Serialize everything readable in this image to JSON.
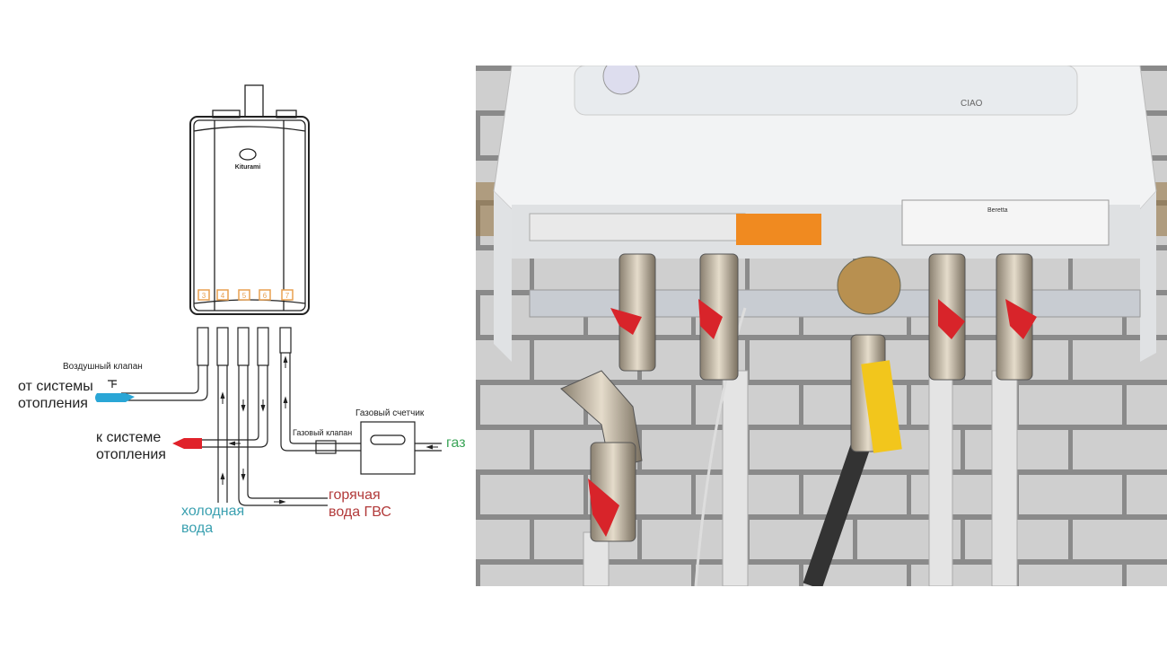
{
  "diagram": {
    "brand": "Kiturami",
    "port_numbers": [
      "3",
      "4",
      "5",
      "6",
      "7"
    ],
    "labels": {
      "air_valve": "Воздушный клапан",
      "from_heating_1": "от системы",
      "from_heating_2": "отопления",
      "to_heating_1": "к системе",
      "to_heating_2": "отопления",
      "gas_meter": "Газовый счетчик",
      "gas_valve": "Газовый клапан",
      "gas": "газ",
      "cold_water_1": "холодная",
      "cold_water_2": "вода",
      "hot_water_1": "горячая",
      "hot_water_2": "вода ГВС"
    },
    "colors": {
      "cold": "#2aa6d6",
      "hot": "#e0222a",
      "gas": "#3aa457",
      "hot_text": "#b23a3a",
      "cold_text": "#3aa0b0",
      "port": "#e8a050"
    }
  },
  "photo": {
    "boiler_brand": "Beretta",
    "boiler_model": "CIAO"
  }
}
